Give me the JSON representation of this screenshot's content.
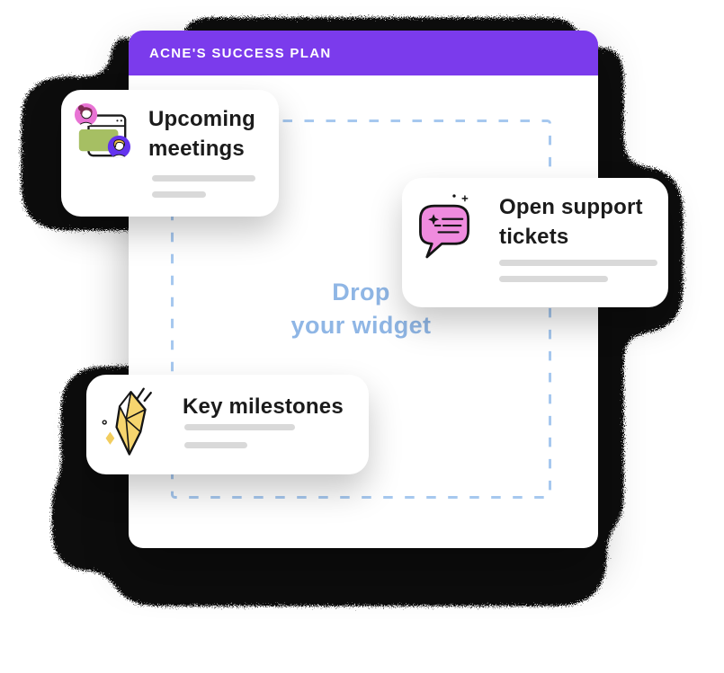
{
  "panel": {
    "header": {
      "title": "ACNE'S SUCCESS PLAN",
      "bg_color": "#7B3BEC",
      "text_color": "#FFFFFF"
    },
    "dropzone": {
      "label": "Drop your widget",
      "lines": [
        "Drop",
        "your widget"
      ],
      "text_color": "#8FB6E5",
      "border_color": "#A6C8EF",
      "border_style": "dashed"
    }
  },
  "widget_cards": [
    {
      "label": "Upcoming meetings",
      "icon": "meetings-window-icon",
      "skeleton_lines": 2
    },
    {
      "label": "Open support tickets",
      "icon": "chat-bubble-icon",
      "skeleton_lines": 2
    },
    {
      "label": "Key milestones",
      "icon": "gem-icon",
      "skeleton_lines": 2
    }
  ],
  "colors": {
    "card_bg": "#FFFFFF",
    "title_text": "#1B1B1B",
    "skeleton": "#D9D9D9",
    "noise_shadow": "#0D0D0D",
    "avatar_pink": "#E873D4",
    "avatar_purple": "#6333EE",
    "screen_green": "#A6BF63",
    "bubble_pink": "#EF8BDE",
    "gem_yellow": "#F6D56E",
    "sparkle_yellow": "#F2CD5E"
  }
}
